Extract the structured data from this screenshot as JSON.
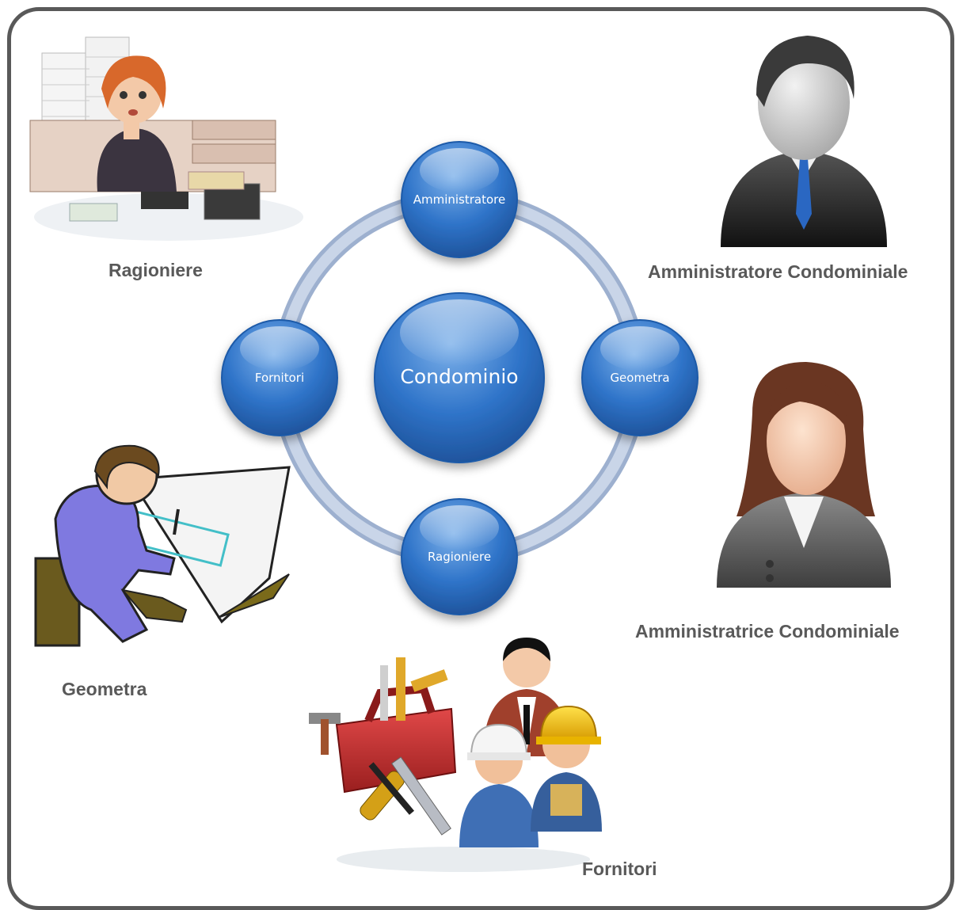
{
  "diagram": {
    "center": "Condominio",
    "nodes": [
      "Amministratore",
      "Geometra",
      "Ragioniere",
      "Fornitori"
    ]
  },
  "figures": {
    "ragioniere": "Ragioniere",
    "amministratore": "Amministratore Condominiale",
    "amministratrice": "Amministratrice Condominiale",
    "geometra": "Geometra",
    "fornitori": "Fornitori"
  },
  "icons": {
    "ragioniere": "accountant-illustration",
    "amministratore": "businessman-avatar-icon",
    "amministratrice": "businesswoman-avatar-icon",
    "geometra": "surveyor-drafting-illustration",
    "fornitori": "toolbox-workers-icon"
  },
  "colors": {
    "frame": "#595959",
    "ring": "#b7c5dc",
    "node": "#2e6fbf",
    "caption": "#595959"
  }
}
